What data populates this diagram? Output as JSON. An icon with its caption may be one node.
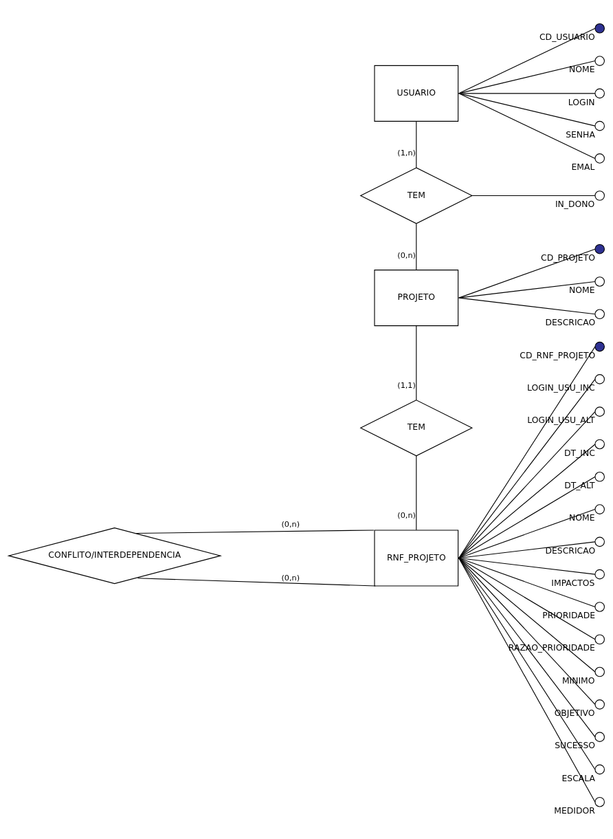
{
  "diagram": {
    "nodes": [
      {
        "text": [
          "USUARIO"
        ]
      },
      {
        "text": [],
        "shape": "dot",
        "beside": [
          "CD_USUARIO"
        ]
      },
      {
        "text": [],
        "shape": "circle",
        "beside": [
          "NOME"
        ]
      },
      {
        "text": [],
        "shape": "circle",
        "beside": [
          "LOGIN"
        ]
      },
      {
        "text": [],
        "shape": "circle",
        "beside": [
          "SENHA"
        ]
      },
      {
        "text": [],
        "shape": "circle",
        "beside": [
          "EMAL"
        ]
      },
      {
        "text": [
          "TEM"
        ]
      },
      {
        "text": [],
        "shape": "circle",
        "beside": [
          "IN_DONO"
        ]
      },
      {
        "text": [
          "PROJETO"
        ]
      },
      {
        "text": [],
        "shape": "dot",
        "beside": [
          "CD_PROJETO"
        ]
      },
      {
        "text": [],
        "shape": "circle",
        "beside": [
          "NOME"
        ]
      },
      {
        "text": [],
        "shape": "circle",
        "beside": [
          "DESCRICAO"
        ]
      },
      {
        "text": [
          "TEM"
        ]
      },
      {
        "text": [
          "RNF_PROJETO"
        ]
      },
      {
        "text": [],
        "shape": "dot",
        "beside": [
          "CD_RNF_PROJETO"
        ]
      },
      {
        "text": [],
        "shape": "circle",
        "beside": [
          "LOGIN_USU_INC"
        ]
      },
      {
        "text": [],
        "shape": "circle",
        "beside": [
          "LOGIN_USU_ALT"
        ]
      },
      {
        "text": [],
        "shape": "circle",
        "beside": [
          "DT_INC"
        ]
      },
      {
        "text": [],
        "shape": "circle",
        "beside": [
          "DT_ALT"
        ]
      },
      {
        "text": [],
        "shape": "circle",
        "beside": [
          "NOME"
        ]
      },
      {
        "text": [],
        "shape": "circle",
        "beside": [
          "DESCRICAO"
        ]
      },
      {
        "text": [],
        "shape": "circle",
        "beside": [
          "IMPACTOS"
        ]
      },
      {
        "text": [],
        "shape": "circle",
        "beside": [
          "PRIORIDADE"
        ]
      },
      {
        "text": [],
        "shape": "circle",
        "beside": [
          "RAZAO_PRIORIDADE"
        ]
      },
      {
        "text": [],
        "shape": "circle",
        "beside": [
          "MINIMO"
        ]
      },
      {
        "text": [],
        "shape": "circle",
        "beside": [
          "OBJETIVO"
        ]
      },
      {
        "text": [],
        "shape": "circle",
        "beside": [
          "SUCESSO"
        ]
      },
      {
        "text": [],
        "shape": "circle",
        "beside": [
          "ESCALA"
        ]
      },
      {
        "text": [],
        "shape": "circle",
        "beside": [
          "MEDIDOR"
        ]
      },
      {
        "text": [
          "CONFLITO/INTERDEPENDENCIA"
        ]
      }
    ],
    "edges": [
      {
        "from": 0,
        "to": 1,
        "arrow": "none"
      },
      {
        "from": 0,
        "to": 2,
        "arrow": "none"
      },
      {
        "from": 0,
        "to": 3,
        "arrow": "none"
      },
      {
        "from": 0,
        "to": 4,
        "arrow": "none"
      },
      {
        "from": 0,
        "to": 5,
        "arrow": "none"
      },
      {
        "from": 0,
        "to": 6,
        "arrow": "none",
        "label": "(1,n)"
      },
      {
        "from": 6,
        "to": 7,
        "arrow": "none"
      },
      {
        "from": 6,
        "to": 8,
        "arrow": "none",
        "label": "(0,n)"
      },
      {
        "from": 8,
        "to": 9,
        "arrow": "none"
      },
      {
        "from": 8,
        "to": 10,
        "arrow": "none"
      },
      {
        "from": 8,
        "to": 11,
        "arrow": "none"
      },
      {
        "from": 8,
        "to": 12,
        "arrow": "none",
        "label": "(1,1)"
      },
      {
        "from": 12,
        "to": 13,
        "arrow": "none",
        "label": "(0,n)"
      },
      {
        "from": 13,
        "to": 14,
        "arrow": "none"
      },
      {
        "from": 13,
        "to": 15,
        "arrow": "none"
      },
      {
        "from": 13,
        "to": 16,
        "arrow": "none"
      },
      {
        "from": 13,
        "to": 17,
        "arrow": "none"
      },
      {
        "from": 13,
        "to": 18,
        "arrow": "none"
      },
      {
        "from": 13,
        "to": 19,
        "arrow": "none"
      },
      {
        "from": 13,
        "to": 20,
        "arrow": "none"
      },
      {
        "from": 13,
        "to": 21,
        "arrow": "none"
      },
      {
        "from": 13,
        "to": 22,
        "arrow": "none"
      },
      {
        "from": 13,
        "to": 23,
        "arrow": "none"
      },
      {
        "from": 13,
        "to": 24,
        "arrow": "none"
      },
      {
        "from": 13,
        "to": 25,
        "arrow": "none"
      },
      {
        "from": 13,
        "to": 26,
        "arrow": "none"
      },
      {
        "from": 13,
        "to": 27,
        "arrow": "none"
      },
      {
        "from": 13,
        "to": 28,
        "arrow": "none"
      },
      {
        "from": 29,
        "to": 13,
        "arrow": "none",
        "label": "(0,n)"
      },
      {
        "from": 29,
        "to": 13,
        "arrow": "none",
        "label": "(0,n)"
      }
    ]
  }
}
